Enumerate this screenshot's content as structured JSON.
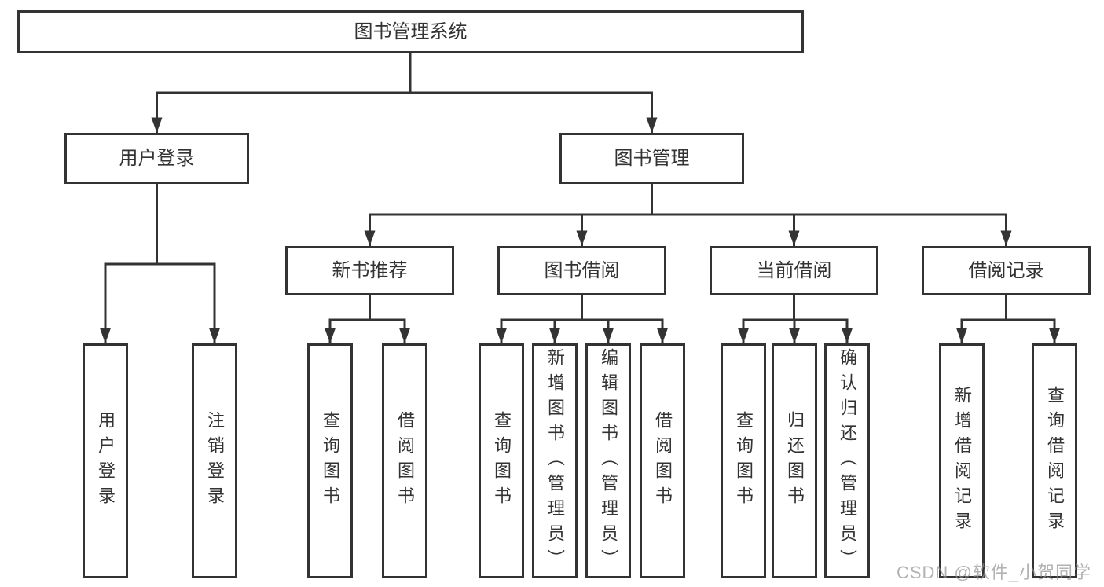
{
  "diagram": {
    "root": "图书管理系统",
    "branches": {
      "user_login": "用户登录",
      "book_management": "图书管理"
    },
    "modules": [
      "新书推荐",
      "图书借阅",
      "当前借阅",
      "借阅记录"
    ],
    "leaves": {
      "user_login": [
        "用户登录",
        "注销登录"
      ],
      "new_book": [
        "查询图书",
        "借阅图书"
      ],
      "book_borrow": [
        "查询图书",
        "新增图书（管理员）",
        "编辑图书（管理员）",
        "借阅图书"
      ],
      "current_borrow": [
        "查询图书",
        "归还图书",
        "确认归还（管理员）"
      ],
      "records": [
        "新增借阅记录",
        "查询借阅记录"
      ]
    },
    "watermark": "CSDN @软件_小贺同学",
    "colors": {
      "line": "#333333",
      "text": "#333333",
      "box_background": "#ffffff",
      "watermark": "#919191"
    }
  }
}
